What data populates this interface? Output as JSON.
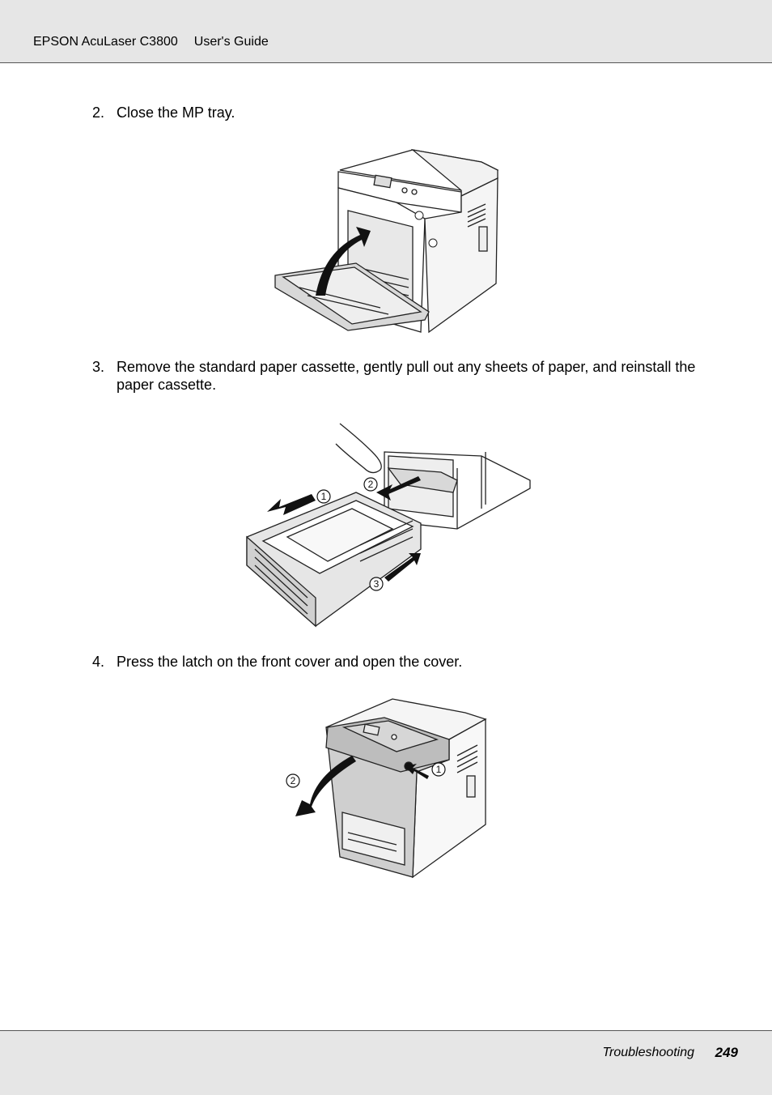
{
  "header": {
    "product": "EPSON AcuLaser C3800",
    "guide": "User's Guide"
  },
  "steps": [
    {
      "number": "2.",
      "text": "Close the MP tray."
    },
    {
      "number": "3.",
      "text": "Remove the standard paper cassette, gently pull out any sheets of paper, and reinstall the paper cassette."
    },
    {
      "number": "4.",
      "text": "Press the latch on the front cover and open the cover."
    }
  ],
  "figure2": {
    "callouts": [
      "1",
      "2",
      "3"
    ]
  },
  "figure3": {
    "callouts": [
      "1",
      "2"
    ]
  },
  "footer": {
    "section": "Troubleshooting",
    "page": "249"
  }
}
